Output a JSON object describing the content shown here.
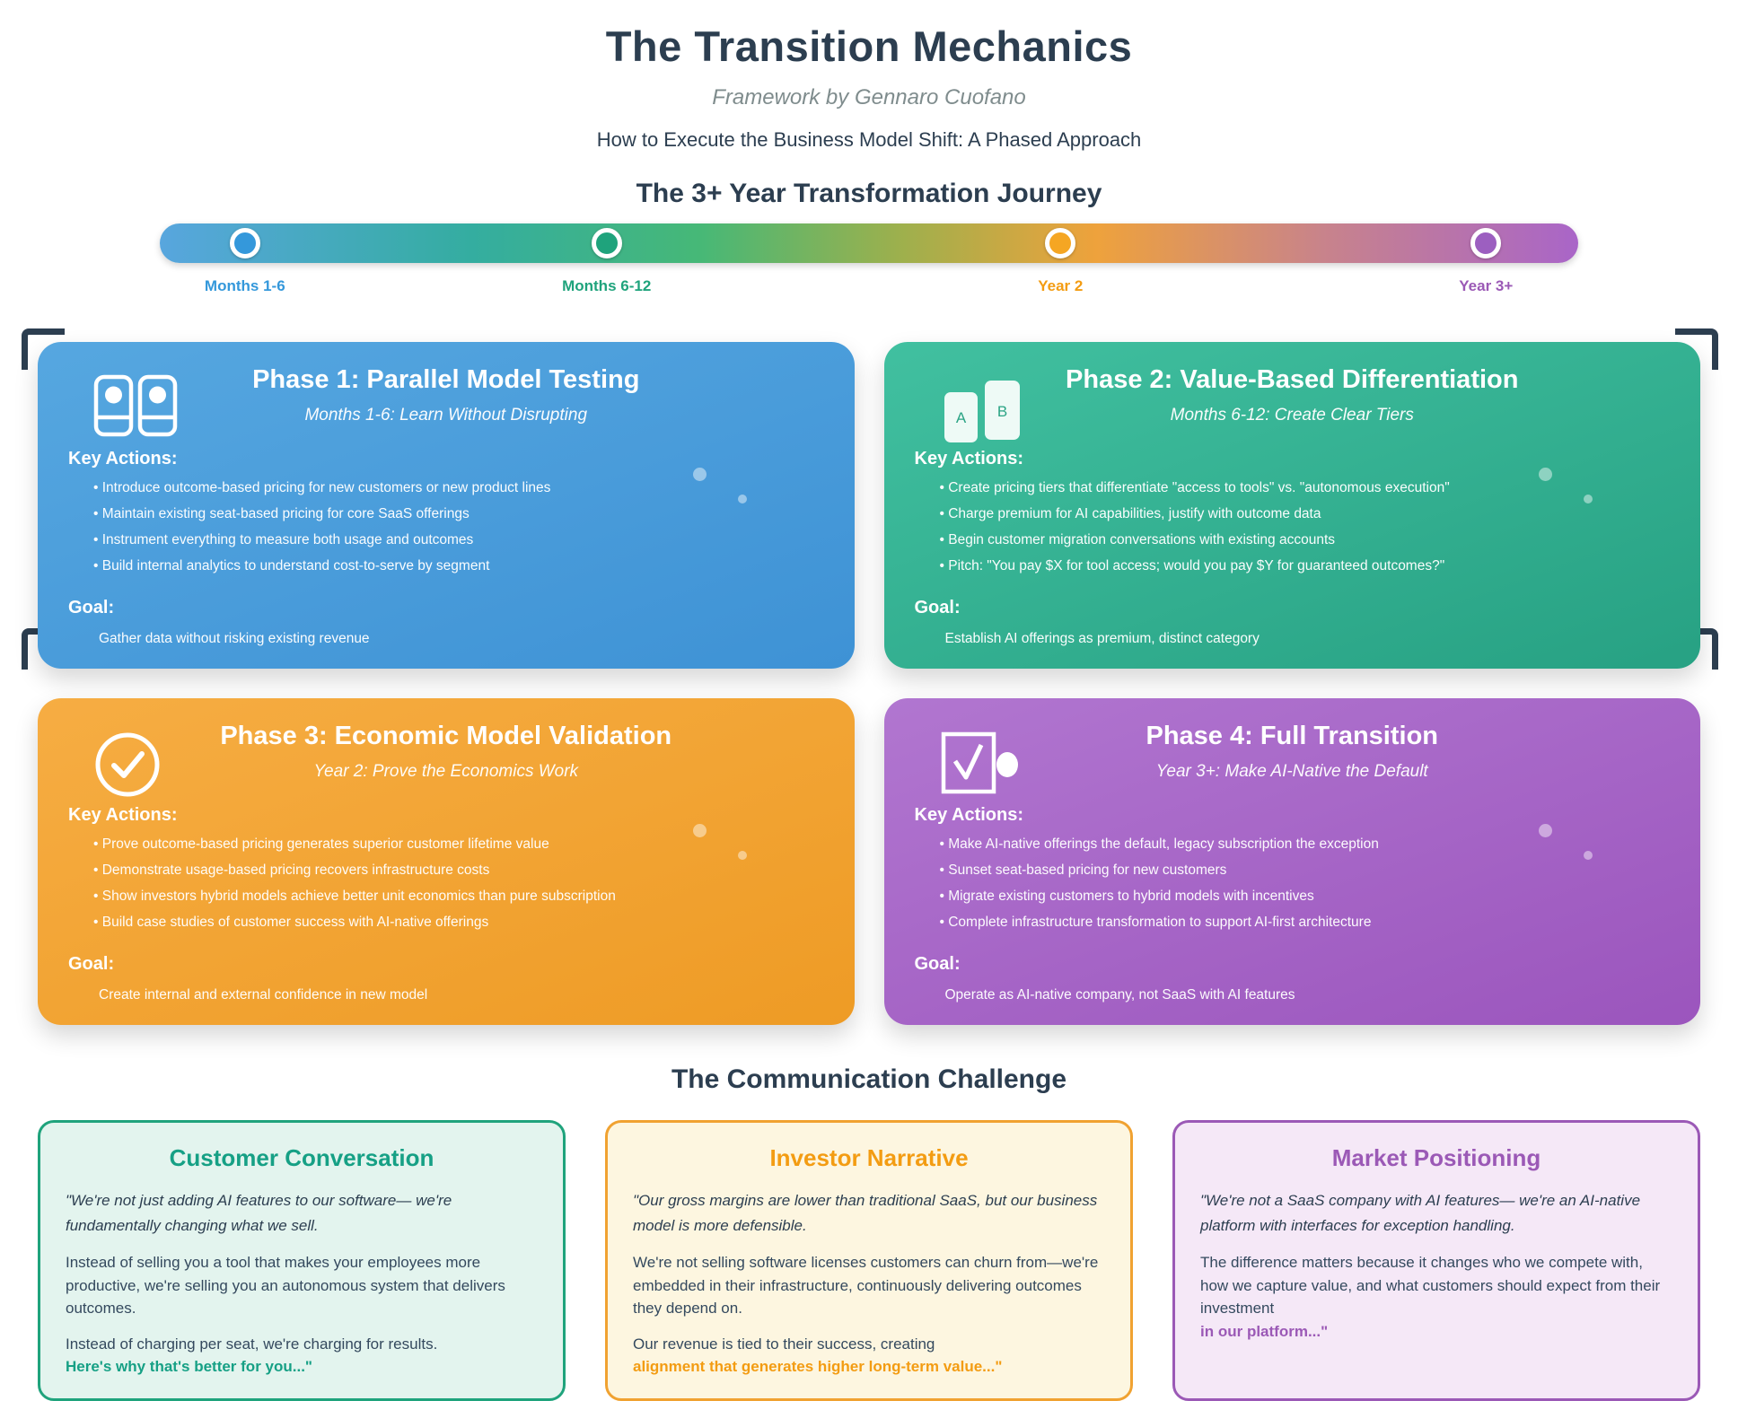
{
  "header": {
    "title": "The Transition Mechanics",
    "byline": "Framework by Gennaro Cuofano",
    "tagline": "How to Execute the Business Model Shift: A Phased Approach"
  },
  "journey": {
    "heading": "The 3+ Year Transformation Journey",
    "milestones": [
      {
        "label": "Months 1-6",
        "color": "#3498db"
      },
      {
        "label": "Months 6-12",
        "color": "#1fa37c"
      },
      {
        "label": "Year 2",
        "color": "#f39c12"
      },
      {
        "label": "Year 3+",
        "color": "#9b59b6"
      }
    ]
  },
  "phases": [
    {
      "title": "Phase 1: Parallel Model Testing",
      "subtitle": "Months 1-6: Learn Without Disrupting",
      "icon": "parallel-panels-icon",
      "key_actions_label": "Key Actions:",
      "actions": [
        "Introduce outcome-based pricing for new customers or new product lines",
        "Maintain existing seat-based pricing for core SaaS offerings",
        "Instrument everything to measure both usage and outcomes",
        "Build internal analytics to understand cost-to-serve by segment"
      ],
      "goal_label": "Goal:",
      "goal": "Gather data without risking existing revenue",
      "accent_color": "#3498db"
    },
    {
      "title": "Phase 2: Value-Based Differentiation",
      "subtitle": "Months 6-12: Create Clear Tiers",
      "icon": "ab-tiers-icon",
      "icon_letters": [
        "A",
        "B"
      ],
      "key_actions_label": "Key Actions:",
      "actions": [
        "Create pricing tiers that differentiate \"access to tools\" vs. \"autonomous execution\"",
        "Charge premium for AI capabilities, justify with outcome data",
        "Begin customer migration conversations with existing accounts",
        "Pitch: \"You pay $X for tool access; would you pay $Y for guaranteed outcomes?\""
      ],
      "goal_label": "Goal:",
      "goal": "Establish AI offerings as premium, distinct category",
      "accent_color": "#1fa37c"
    },
    {
      "title": "Phase 3: Economic Model Validation",
      "subtitle": "Year 2: Prove the Economics Work",
      "icon": "check-circle-icon",
      "key_actions_label": "Key Actions:",
      "actions": [
        "Prove outcome-based pricing generates superior customer lifetime value",
        "Demonstrate usage-based pricing recovers infrastructure costs",
        "Show investors hybrid models achieve better unit economics than pure subscription",
        "Build case studies of customer success with AI-native offerings"
      ],
      "goal_label": "Goal:",
      "goal": "Create internal and external confidence in new model",
      "accent_color": "#f39c12"
    },
    {
      "title": "Phase 4: Full Transition",
      "subtitle": "Year 3+: Make AI-Native the Default",
      "icon": "checkbox-toggle-icon",
      "key_actions_label": "Key Actions:",
      "actions": [
        "Make AI-native offerings the default, legacy subscription the exception",
        "Sunset seat-based pricing for new customers",
        "Migrate existing customers to hybrid models with incentives",
        "Complete infrastructure transformation to support AI-first architecture"
      ],
      "goal_label": "Goal:",
      "goal": "Operate as AI-native company, not SaaS with AI features",
      "accent_color": "#9b59b6"
    }
  ],
  "communication": {
    "heading": "The Communication Challenge",
    "cards": [
      {
        "title": "Customer Conversation",
        "quote": "\"We're not just adding AI features to our software— we're fundamentally changing what we sell.",
        "middle": "Instead of selling you a tool that makes your employees more productive, we're selling you an autonomous system that delivers outcomes.",
        "closing": "Instead of charging per seat, we're charging for results.",
        "highlight": "Here's why that's better for you...\"",
        "accent_color": "#16a085"
      },
      {
        "title": "Investor Narrative",
        "quote": "\"Our gross margins are lower than traditional SaaS, but our business model is more defensible.",
        "middle": "We're not selling software licenses customers can churn from—we're embedded in their infrastructure, continuously delivering outcomes they depend on.",
        "closing": "Our revenue is tied to their success, creating",
        "highlight": "alignment that generates higher long-term value...\"",
        "accent_color": "#f39c12"
      },
      {
        "title": "Market Positioning",
        "quote": "\"We're not a SaaS company with AI features— we're an AI-native platform with interfaces for exception handling.",
        "middle": "",
        "closing": "The difference matters because it changes who we compete with, how we capture value, and what customers should expect from their investment",
        "highlight": "in our platform...\"",
        "accent_color": "#9b59b6"
      }
    ]
  }
}
